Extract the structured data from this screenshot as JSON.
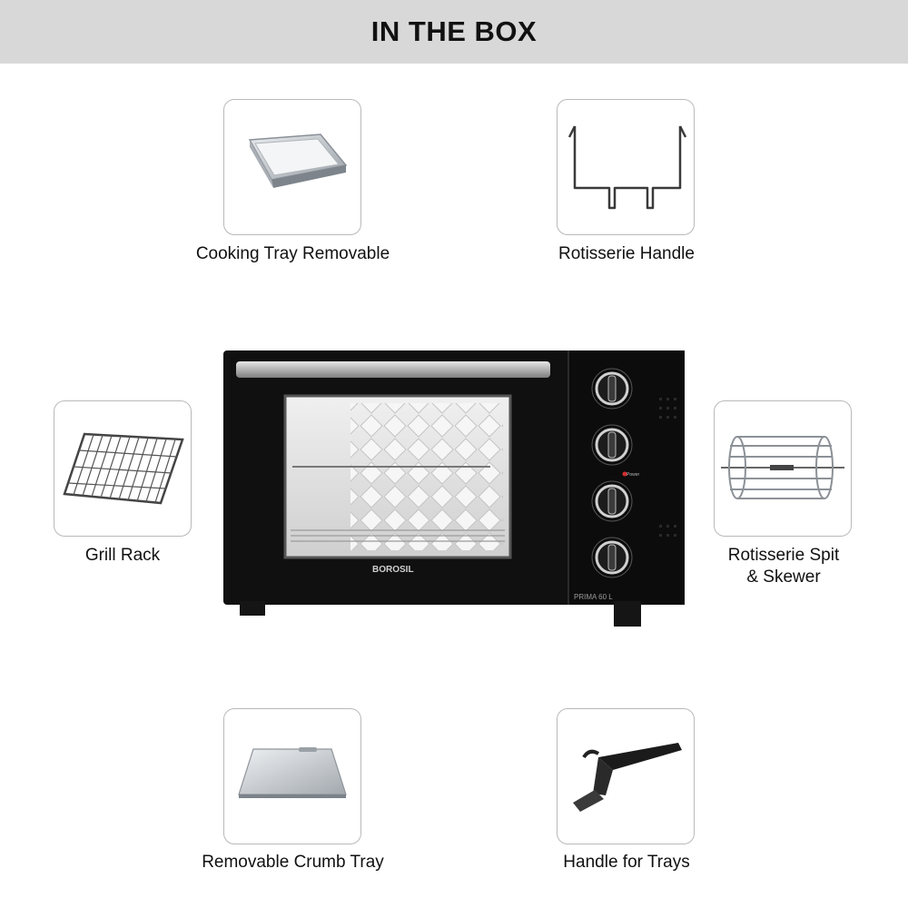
{
  "header": {
    "title": "IN THE BOX"
  },
  "items": [
    {
      "label": "Cooking Tray Removable",
      "icon": "cooking-tray-icon"
    },
    {
      "label": "Rotisserie Handle",
      "icon": "rotisserie-handle-icon"
    },
    {
      "label": "Grill Rack",
      "icon": "grill-rack-icon"
    },
    {
      "label": "Rotisserie Spit\n& Skewer",
      "label_line1": "Rotisserie Spit",
      "label_line2": "& Skewer",
      "icon": "rotisserie-spit-icon"
    },
    {
      "label": "Removable Crumb Tray",
      "icon": "crumb-tray-icon"
    },
    {
      "label": "Handle for Trays",
      "icon": "tray-handle-icon"
    }
  ],
  "product": {
    "brand": "BOROSIL",
    "model": "PRIMA 60 L",
    "power_label": "Power",
    "colors": {
      "body": "#111111",
      "banner": "#d8d8d8",
      "card_border": "#b9b9b9"
    }
  }
}
